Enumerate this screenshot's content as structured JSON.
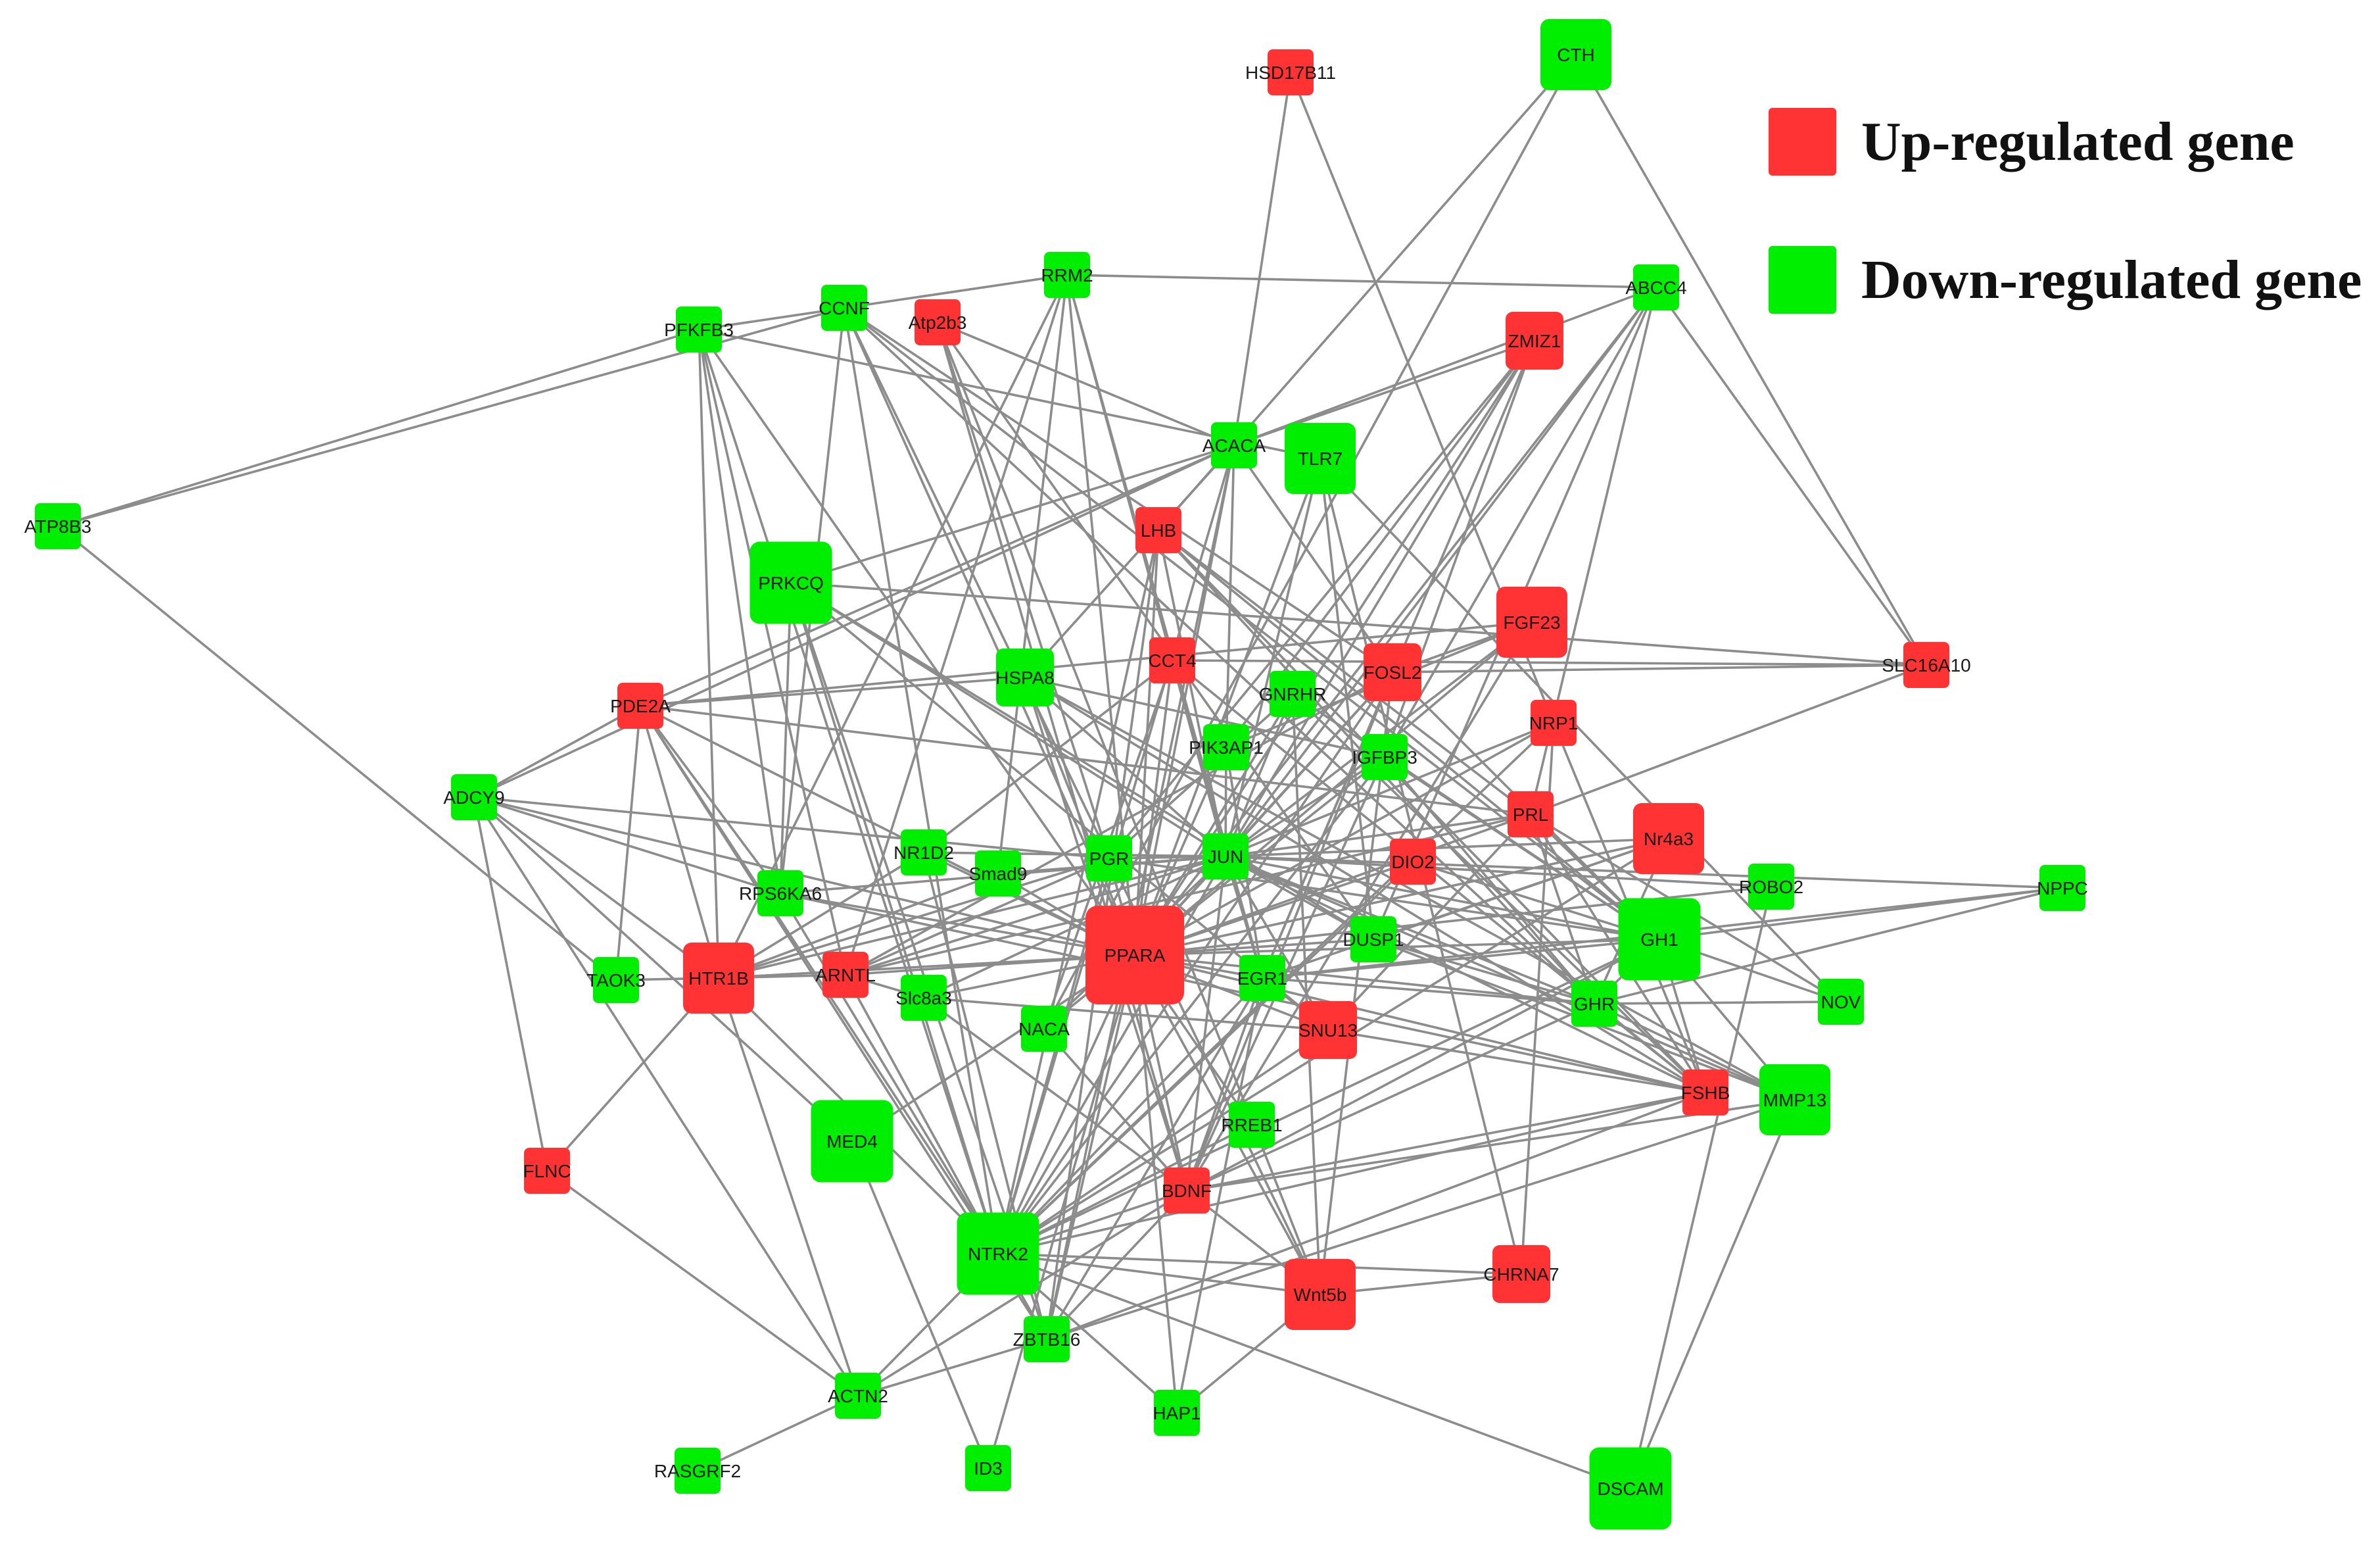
{
  "colors": {
    "up_regulated": "#ff3333",
    "down_regulated": "#00ee00",
    "edge": "#8c8c8c"
  },
  "legend": {
    "items": [
      {
        "label": "Up-regulated gene",
        "type": "up"
      },
      {
        "label": "Down-regulated gene",
        "type": "down"
      }
    ]
  },
  "nodes": [
    {
      "id": "HSD17B11",
      "type": "up",
      "size": "s"
    },
    {
      "id": "CTH",
      "type": "down",
      "size": "l"
    },
    {
      "id": "RRM2",
      "type": "down",
      "size": "s"
    },
    {
      "id": "CCNF",
      "type": "down",
      "size": "s"
    },
    {
      "id": "Atp2b3",
      "type": "up",
      "size": "s"
    },
    {
      "id": "PFKFB3",
      "type": "down",
      "size": "s"
    },
    {
      "id": "ABCC4",
      "type": "down",
      "size": "s"
    },
    {
      "id": "ZMIZ1",
      "type": "up",
      "size": "m"
    },
    {
      "id": "ACACA",
      "type": "down",
      "size": "s"
    },
    {
      "id": "TLR7",
      "type": "down",
      "size": "l"
    },
    {
      "id": "ATP8B3",
      "type": "down",
      "size": "s"
    },
    {
      "id": "LHB",
      "type": "up",
      "size": "s"
    },
    {
      "id": "PRKCQ",
      "type": "down",
      "size": "xl"
    },
    {
      "id": "FGF23",
      "type": "up",
      "size": "l"
    },
    {
      "id": "SLC16A10",
      "type": "up",
      "size": "s"
    },
    {
      "id": "CCT4",
      "type": "up",
      "size": "s"
    },
    {
      "id": "HSPA8",
      "type": "down",
      "size": "m"
    },
    {
      "id": "FOSL2",
      "type": "up",
      "size": "m"
    },
    {
      "id": "GNRHR",
      "type": "down",
      "size": "s"
    },
    {
      "id": "PDE2A",
      "type": "up",
      "size": "s"
    },
    {
      "id": "NRP1",
      "type": "up",
      "size": "s"
    },
    {
      "id": "PIK3AP1",
      "type": "down",
      "size": "s"
    },
    {
      "id": "IGFBP3",
      "type": "down",
      "size": "s"
    },
    {
      "id": "ADCY9",
      "type": "down",
      "size": "s"
    },
    {
      "id": "PRL",
      "type": "up",
      "size": "s"
    },
    {
      "id": "Nr4a3",
      "type": "up",
      "size": "l"
    },
    {
      "id": "NR1D2",
      "type": "down",
      "size": "s"
    },
    {
      "id": "PGR",
      "type": "down",
      "size": "s"
    },
    {
      "id": "JUN",
      "type": "down",
      "size": "s"
    },
    {
      "id": "DIO2",
      "type": "up",
      "size": "s"
    },
    {
      "id": "Smad9",
      "type": "down",
      "size": "s"
    },
    {
      "id": "RPS6KA6",
      "type": "down",
      "size": "s"
    },
    {
      "id": "ROBO2",
      "type": "down",
      "size": "s"
    },
    {
      "id": "NPPC",
      "type": "down",
      "size": "s"
    },
    {
      "id": "GH1",
      "type": "down",
      "size": "xl"
    },
    {
      "id": "PPARA",
      "type": "up",
      "size": "xxl"
    },
    {
      "id": "DUSP1",
      "type": "down",
      "size": "s"
    },
    {
      "id": "TAOK3",
      "type": "down",
      "size": "s"
    },
    {
      "id": "HTR1B",
      "type": "up",
      "size": "l"
    },
    {
      "id": "ARNTL",
      "type": "up",
      "size": "s"
    },
    {
      "id": "Slc8a3",
      "type": "down",
      "size": "s"
    },
    {
      "id": "EGR1",
      "type": "down",
      "size": "s"
    },
    {
      "id": "NOV",
      "type": "down",
      "size": "s"
    },
    {
      "id": "GHR",
      "type": "down",
      "size": "s"
    },
    {
      "id": "NACA",
      "type": "down",
      "size": "s"
    },
    {
      "id": "SNU13",
      "type": "up",
      "size": "m"
    },
    {
      "id": "FSHB",
      "type": "up",
      "size": "s"
    },
    {
      "id": "MMP13",
      "type": "down",
      "size": "l"
    },
    {
      "id": "MED4",
      "type": "down",
      "size": "xl"
    },
    {
      "id": "RREB1",
      "type": "down",
      "size": "s"
    },
    {
      "id": "FLNC",
      "type": "up",
      "size": "s"
    },
    {
      "id": "BDNF",
      "type": "up",
      "size": "s"
    },
    {
      "id": "NTRK2",
      "type": "down",
      "size": "xl"
    },
    {
      "id": "CHRNA7",
      "type": "up",
      "size": "m"
    },
    {
      "id": "Wnt5b",
      "type": "up",
      "size": "l"
    },
    {
      "id": "ZBTB16",
      "type": "down",
      "size": "s"
    },
    {
      "id": "ACTN2",
      "type": "down",
      "size": "s"
    },
    {
      "id": "HAP1",
      "type": "down",
      "size": "s"
    },
    {
      "id": "ID3",
      "type": "down",
      "size": "s"
    },
    {
      "id": "RASGRF2",
      "type": "down",
      "size": "s"
    },
    {
      "id": "DSCAM",
      "type": "down",
      "size": "xl"
    }
  ],
  "edges": [
    [
      "HSD17B11",
      "ACACA"
    ],
    [
      "HSD17B11",
      "NRP1"
    ],
    [
      "CTH",
      "LHB"
    ],
    [
      "CTH",
      "NACA"
    ],
    [
      "CTH",
      "SLC16A10"
    ],
    [
      "RRM2",
      "PFKFB3"
    ],
    [
      "RRM2",
      "HTR1B"
    ],
    [
      "RRM2",
      "JUN"
    ],
    [
      "RRM2",
      "PPARA"
    ],
    [
      "RRM2",
      "EGR1"
    ],
    [
      "RRM2",
      "ARNTL"
    ],
    [
      "RRM2",
      "Smad9"
    ],
    [
      "RRM2",
      "ABCC4"
    ],
    [
      "CCNF",
      "GH1"
    ],
    [
      "CCNF",
      "FOSL2"
    ],
    [
      "CCNF",
      "NTRK2"
    ],
    [
      "CCNF",
      "PPARA"
    ],
    [
      "CCNF",
      "RPS6KA6"
    ],
    [
      "CCNF",
      "ATP8B3"
    ],
    [
      "CCNF",
      "GHR"
    ],
    [
      "CCNF",
      "Wnt5b"
    ],
    [
      "Atp2b3",
      "ACACA"
    ],
    [
      "Atp2b3",
      "BDNF"
    ],
    [
      "Atp2b3",
      "DUSP1"
    ],
    [
      "Atp2b3",
      "PGR"
    ],
    [
      "Atp2b3",
      "Wnt5b"
    ],
    [
      "PFKFB3",
      "ATP8B3"
    ],
    [
      "PFKFB3",
      "HTR1B"
    ],
    [
      "PFKFB3",
      "ARNTL"
    ],
    [
      "PFKFB3",
      "RPS6KA6"
    ],
    [
      "PFKFB3",
      "TLR7"
    ],
    [
      "PFKFB3",
      "NTRK2"
    ],
    [
      "PFKFB3",
      "PPARA"
    ],
    [
      "ABCC4",
      "SLC16A10"
    ],
    [
      "ABCC4",
      "ACACA"
    ],
    [
      "ABCC4",
      "PRL"
    ],
    [
      "ABCC4",
      "DUSP1"
    ],
    [
      "ABCC4",
      "PPARA"
    ],
    [
      "ABCC4",
      "IGFBP3"
    ],
    [
      "ABCC4",
      "JUN"
    ],
    [
      "ZMIZ1",
      "ACACA"
    ],
    [
      "ZMIZ1",
      "PPARA"
    ],
    [
      "ZMIZ1",
      "EGR1"
    ],
    [
      "ZMIZ1",
      "JUN"
    ],
    [
      "ZMIZ1",
      "IGFBP3"
    ],
    [
      "ZMIZ1",
      "PIK3AP1"
    ],
    [
      "ZMIZ1",
      "PGR"
    ],
    [
      "ACACA",
      "PDE2A"
    ],
    [
      "ACACA",
      "ADCY9"
    ],
    [
      "ACACA",
      "PRKCQ"
    ],
    [
      "ACACA",
      "ZBTB16"
    ],
    [
      "ACACA",
      "HSPA8"
    ],
    [
      "ACACA",
      "NTRK2"
    ],
    [
      "ACACA",
      "PPARA"
    ],
    [
      "ACACA",
      "FOSL2"
    ],
    [
      "ACACA",
      "PIK3AP1"
    ],
    [
      "TLR7",
      "NOV"
    ],
    [
      "TLR7",
      "PPARA"
    ],
    [
      "TLR7",
      "CHRNA7"
    ],
    [
      "TLR7",
      "DUSP1"
    ],
    [
      "TLR7",
      "JUN"
    ],
    [
      "ATP8B3",
      "TAOK3"
    ],
    [
      "LHB",
      "FSHB"
    ],
    [
      "LHB",
      "GHR"
    ],
    [
      "LHB",
      "GH1"
    ],
    [
      "LHB",
      "NTRK2"
    ],
    [
      "LHB",
      "PPARA"
    ],
    [
      "LHB",
      "JUN"
    ],
    [
      "LHB",
      "ZBTB16"
    ],
    [
      "LHB",
      "PRL"
    ],
    [
      "PRKCQ",
      "NTRK2"
    ],
    [
      "PRKCQ",
      "SNU13"
    ],
    [
      "PRKCQ",
      "DUSP1"
    ],
    [
      "PRKCQ",
      "ZBTB16"
    ],
    [
      "PRKCQ",
      "JUN"
    ],
    [
      "PRKCQ",
      "SLC16A10"
    ],
    [
      "PRKCQ",
      "RPS6KA6"
    ],
    [
      "FGF23",
      "PDE2A"
    ],
    [
      "FGF23",
      "PPARA"
    ],
    [
      "FGF23",
      "JUN"
    ],
    [
      "FGF23",
      "PIK3AP1"
    ],
    [
      "FGF23",
      "BDNF"
    ],
    [
      "FGF23",
      "FOSL2"
    ],
    [
      "SLC16A10",
      "FOSL2"
    ],
    [
      "SLC16A10",
      "PRL"
    ],
    [
      "SLC16A10",
      "CCT4"
    ],
    [
      "CCT4",
      "NACA"
    ],
    [
      "CCT4",
      "EGR1"
    ],
    [
      "CCT4",
      "JUN"
    ],
    [
      "CCT4",
      "FSHB"
    ],
    [
      "CCT4",
      "NR1D2"
    ],
    [
      "CCT4",
      "PPARA"
    ],
    [
      "HSPA8",
      "PDE2A"
    ],
    [
      "HSPA8",
      "FSHB"
    ],
    [
      "HSPA8",
      "MMP13"
    ],
    [
      "HSPA8",
      "JUN"
    ],
    [
      "HSPA8",
      "PPARA"
    ],
    [
      "HSPA8",
      "BDNF"
    ],
    [
      "HSPA8",
      "IGFBP3"
    ],
    [
      "FOSL2",
      "JUN"
    ],
    [
      "FOSL2",
      "PPARA"
    ],
    [
      "FOSL2",
      "EGR1"
    ],
    [
      "FOSL2",
      "NTRK2"
    ],
    [
      "FOSL2",
      "ARNTL"
    ],
    [
      "FOSL2",
      "GH1"
    ],
    [
      "FOSL2",
      "Wnt5b"
    ],
    [
      "FOSL2",
      "BDNF"
    ],
    [
      "GNRHR",
      "JUN"
    ],
    [
      "GNRHR",
      "PPARA"
    ],
    [
      "GNRHR",
      "FSHB"
    ],
    [
      "GNRHR",
      "Wnt5b"
    ],
    [
      "GNRHR",
      "GH1"
    ],
    [
      "GNRHR",
      "PGR"
    ],
    [
      "PDE2A",
      "ADCY9"
    ],
    [
      "PDE2A",
      "HTR1B"
    ],
    [
      "PDE2A",
      "TAOK3"
    ],
    [
      "PDE2A",
      "RPS6KA6"
    ],
    [
      "PDE2A",
      "PPARA"
    ],
    [
      "PDE2A",
      "ZBTB16"
    ],
    [
      "PDE2A",
      "NTRK2"
    ],
    [
      "PDE2A",
      "PRL"
    ],
    [
      "NRP1",
      "PPARA"
    ],
    [
      "NRP1",
      "FSHB"
    ],
    [
      "NRP1",
      "JUN"
    ],
    [
      "NRP1",
      "NTRK2"
    ],
    [
      "NRP1",
      "CHRNA7"
    ],
    [
      "PIK3AP1",
      "PPARA"
    ],
    [
      "PIK3AP1",
      "JUN"
    ],
    [
      "PIK3AP1",
      "EGR1"
    ],
    [
      "IGFBP3",
      "JUN"
    ],
    [
      "IGFBP3",
      "PPARA"
    ],
    [
      "IGFBP3",
      "GHR"
    ],
    [
      "IGFBP3",
      "BDNF"
    ],
    [
      "IGFBP3",
      "NTRK2"
    ],
    [
      "IGFBP3",
      "GH1"
    ],
    [
      "ADCY9",
      "RPS6KA6"
    ],
    [
      "ADCY9",
      "PGR"
    ],
    [
      "ADCY9",
      "HTR1B"
    ],
    [
      "ADCY9",
      "PPARA"
    ],
    [
      "ADCY9",
      "MED4"
    ],
    [
      "ADCY9",
      "FLNC"
    ],
    [
      "ADCY9",
      "ACTN2"
    ],
    [
      "PRL",
      "JUN"
    ],
    [
      "PRL",
      "PPARA"
    ],
    [
      "PRL",
      "GHR"
    ],
    [
      "PRL",
      "NOV"
    ],
    [
      "PRL",
      "GH1"
    ],
    [
      "PRL",
      "FSHB"
    ],
    [
      "PRL",
      "ARNTL"
    ],
    [
      "PRL",
      "SNU13"
    ],
    [
      "Nr4a3",
      "JUN"
    ],
    [
      "Nr4a3",
      "PPARA"
    ],
    [
      "Nr4a3",
      "EGR1"
    ],
    [
      "Nr4a3",
      "DUSP1"
    ],
    [
      "Nr4a3",
      "NTRK2"
    ],
    [
      "Nr4a3",
      "GHR"
    ],
    [
      "NR1D2",
      "PPARA"
    ],
    [
      "NR1D2",
      "JUN"
    ],
    [
      "NR1D2",
      "HTR1B"
    ],
    [
      "NR1D2",
      "ZBTB16"
    ],
    [
      "PGR",
      "JUN"
    ],
    [
      "PGR",
      "PPARA"
    ],
    [
      "PGR",
      "HTR1B"
    ],
    [
      "PGR",
      "NTRK2"
    ],
    [
      "PGR",
      "ARNTL"
    ],
    [
      "PGR",
      "GH1"
    ],
    [
      "JUN",
      "PPARA"
    ],
    [
      "JUN",
      "EGR1"
    ],
    [
      "JUN",
      "DUSP1"
    ],
    [
      "JUN",
      "NTRK2"
    ],
    [
      "JUN",
      "BDNF"
    ],
    [
      "JUN",
      "HTR1B"
    ],
    [
      "JUN",
      "NACA"
    ],
    [
      "JUN",
      "SNU13"
    ],
    [
      "JUN",
      "FSHB"
    ],
    [
      "JUN",
      "MMP13"
    ],
    [
      "JUN",
      "GH1"
    ],
    [
      "JUN",
      "GHR"
    ],
    [
      "JUN",
      "ROBO2"
    ],
    [
      "JUN",
      "NPPC"
    ],
    [
      "JUN",
      "RPS6KA6"
    ],
    [
      "JUN",
      "Smad9"
    ],
    [
      "JUN",
      "ARNTL"
    ],
    [
      "JUN",
      "Slc8a3"
    ],
    [
      "DIO2",
      "PPARA"
    ],
    [
      "DIO2",
      "GH1"
    ],
    [
      "DIO2",
      "NTRK2"
    ],
    [
      "Smad9",
      "PPARA"
    ],
    [
      "Smad9",
      "HTR1B"
    ],
    [
      "RPS6KA6",
      "PPARA"
    ],
    [
      "RPS6KA6",
      "FSHB"
    ],
    [
      "RPS6KA6",
      "NTRK2"
    ],
    [
      "ROBO2",
      "PPARA"
    ],
    [
      "ROBO2",
      "DSCAM"
    ],
    [
      "NPPC",
      "GH1"
    ],
    [
      "NPPC",
      "GHR"
    ],
    [
      "NPPC",
      "EGR1"
    ],
    [
      "GH1",
      "PPARA"
    ],
    [
      "GH1",
      "GHR"
    ],
    [
      "GH1",
      "MMP13"
    ],
    [
      "GH1",
      "FSHB"
    ],
    [
      "GH1",
      "EGR1"
    ],
    [
      "GH1",
      "NOV"
    ],
    [
      "GH1",
      "BDNF"
    ],
    [
      "GH1",
      "NTRK2"
    ],
    [
      "PPARA",
      "EGR1"
    ],
    [
      "PPARA",
      "DUSP1"
    ],
    [
      "PPARA",
      "NTRK2"
    ],
    [
      "PPARA",
      "BDNF"
    ],
    [
      "PPARA",
      "NACA"
    ],
    [
      "PPARA",
      "ARNTL"
    ],
    [
      "PPARA",
      "HTR1B"
    ],
    [
      "PPARA",
      "Slc8a3"
    ],
    [
      "PPARA",
      "SNU13"
    ],
    [
      "PPARA",
      "GHR"
    ],
    [
      "PPARA",
      "FSHB"
    ],
    [
      "PPARA",
      "ZBTB16"
    ],
    [
      "PPARA",
      "Wnt5b"
    ],
    [
      "PPARA",
      "HAP1"
    ],
    [
      "PPARA",
      "ID3"
    ],
    [
      "PPARA",
      "RREB1"
    ],
    [
      "PPARA",
      "MED4"
    ],
    [
      "DUSP1",
      "GHR"
    ],
    [
      "DUSP1",
      "MMP13"
    ],
    [
      "HTR1B",
      "ARNTL"
    ],
    [
      "HTR1B",
      "TAOK3"
    ],
    [
      "HTR1B",
      "FLNC"
    ],
    [
      "HTR1B",
      "ACTN2"
    ],
    [
      "HTR1B",
      "NTRK2"
    ],
    [
      "ARNTL",
      "NTRK2"
    ],
    [
      "ARNTL",
      "Slc8a3"
    ],
    [
      "Slc8a3",
      "BDNF"
    ],
    [
      "Slc8a3",
      "SNU13"
    ],
    [
      "EGR1",
      "SNU13"
    ],
    [
      "EGR1",
      "GHR"
    ],
    [
      "EGR1",
      "NTRK2"
    ],
    [
      "EGR1",
      "BDNF"
    ],
    [
      "EGR1",
      "HAP1"
    ],
    [
      "EGR1",
      "ZBTB16"
    ],
    [
      "GHR",
      "FSHB"
    ],
    [
      "GHR",
      "MMP13"
    ],
    [
      "GHR",
      "NOV"
    ],
    [
      "GHR",
      "BDNF"
    ],
    [
      "NACA",
      "BDNF"
    ],
    [
      "SNU13",
      "FSHB"
    ],
    [
      "SNU13",
      "NTRK2"
    ],
    [
      "FSHB",
      "BDNF"
    ],
    [
      "FSHB",
      "NTRK2"
    ],
    [
      "FSHB",
      "ZBTB16"
    ],
    [
      "MMP13",
      "DSCAM"
    ],
    [
      "MMP13",
      "BDNF"
    ],
    [
      "MMP13",
      "ZBTB16"
    ],
    [
      "MED4",
      "ID3"
    ],
    [
      "RREB1",
      "NTRK2"
    ],
    [
      "FLNC",
      "ACTN2"
    ],
    [
      "BDNF",
      "NTRK2"
    ],
    [
      "BDNF",
      "ZBTB16"
    ],
    [
      "BDNF",
      "ACTN2"
    ],
    [
      "NTRK2",
      "ZBTB16"
    ],
    [
      "NTRK2",
      "ACTN2"
    ],
    [
      "NTRK2",
      "CHRNA7"
    ],
    [
      "NTRK2",
      "HAP1"
    ],
    [
      "CHRNA7",
      "Wnt5b"
    ],
    [
      "Wnt5b",
      "NTRK2"
    ],
    [
      "Wnt5b",
      "BDNF"
    ],
    [
      "ZBTB16",
      "ACTN2"
    ],
    [
      "ACTN2",
      "RASGRF2"
    ],
    [
      "HAP1",
      "Wnt5b"
    ],
    [
      "DSCAM",
      "NTRK2"
    ]
  ]
}
